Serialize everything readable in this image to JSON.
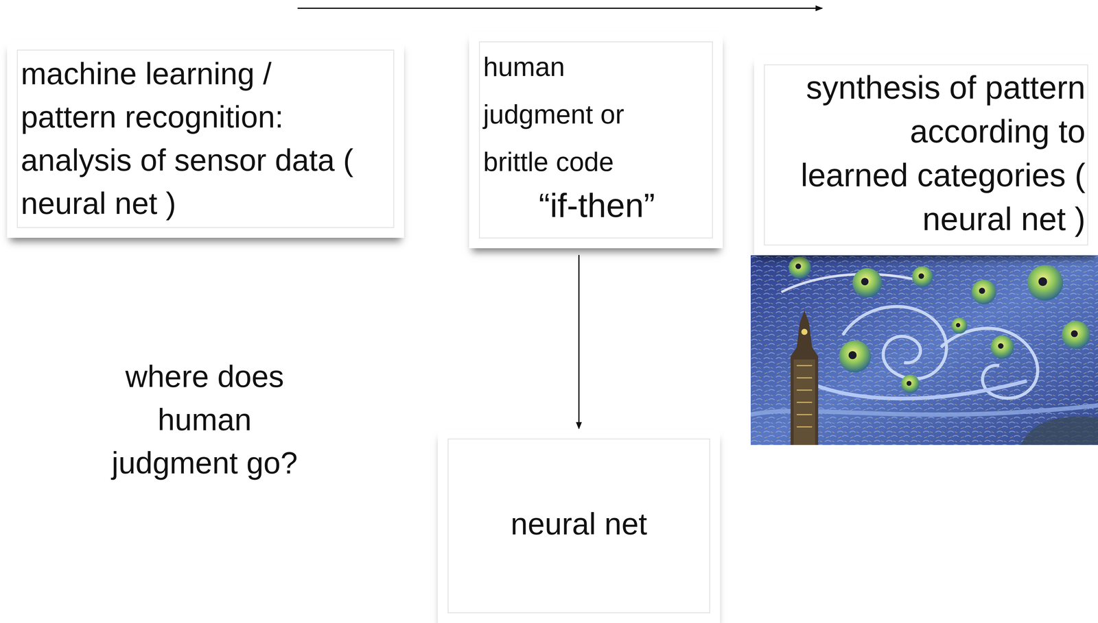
{
  "diagram": {
    "nodes": [
      {
        "text": [
          "machine learning / pattern recognition: analysis of sensor data ( neural net )"
        ]
      },
      {
        "text": [
          "human judgment or brittle code",
          "“if-then”"
        ]
      },
      {
        "text": [
          "synthesis of pattern according to learned categories ( neural net )"
        ]
      },
      {
        "text": [
          "neural net"
        ]
      }
    ],
    "edges": [
      {
        "from": 1,
        "to": 3,
        "arrow": "to"
      }
    ],
    "labels": [
      "where does human judgment go?"
    ]
  }
}
